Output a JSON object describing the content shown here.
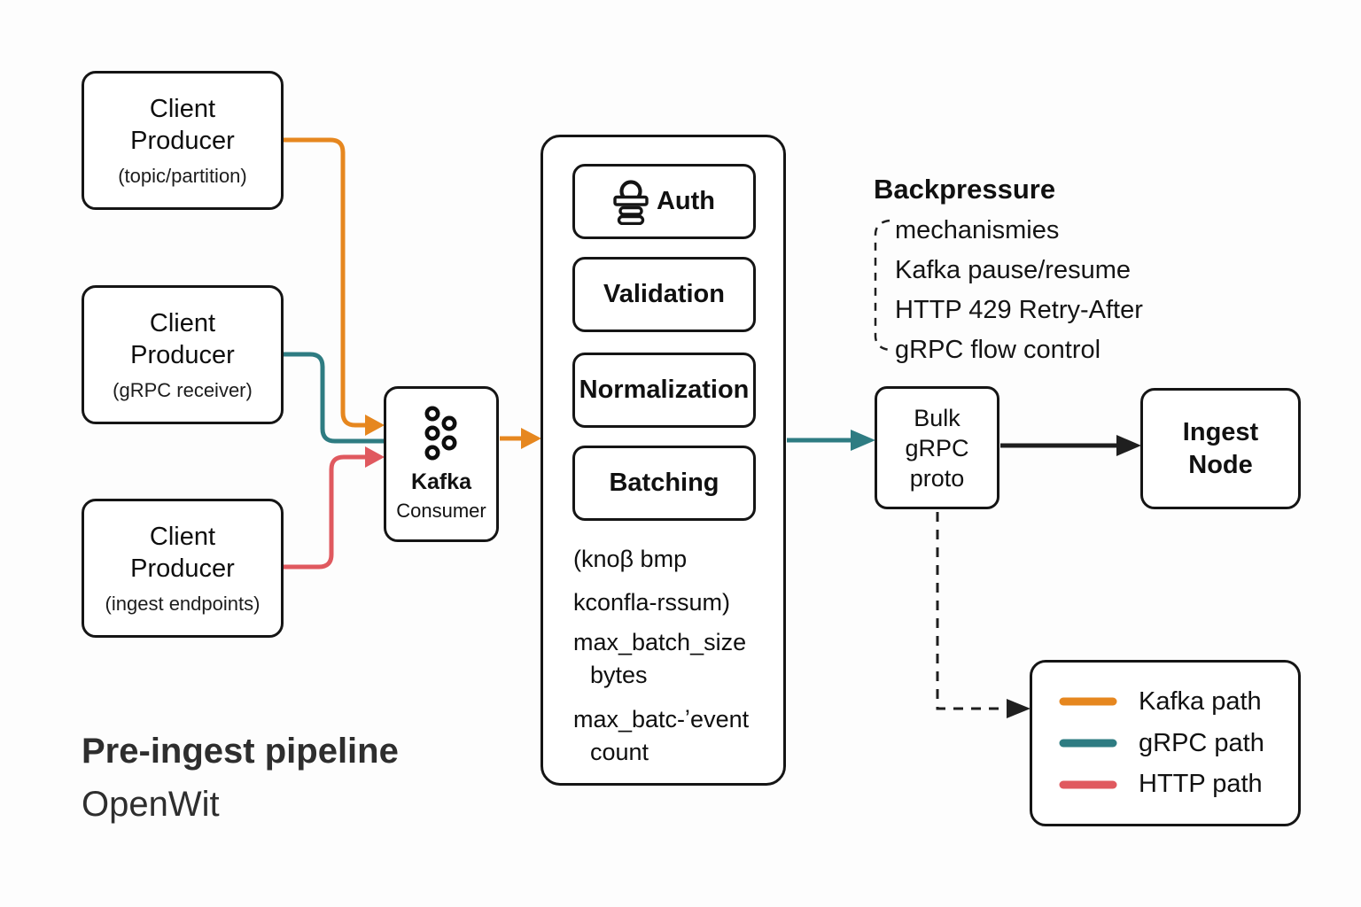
{
  "title": {
    "line1": "Pre-ingest pipeline",
    "line2": "OpenWit"
  },
  "colors": {
    "kafka_path": "#E6871F",
    "grpc_path": "#2E7C82",
    "http_path": "#E0595F",
    "line_dark": "#1f1f1f"
  },
  "producers": [
    {
      "line1": "Client",
      "line2": "Producer",
      "subtitle": "(topic/partition)"
    },
    {
      "line1": "Client",
      "line2": "Producer",
      "subtitle": "(gRPC receiver)"
    },
    {
      "line1": "Client",
      "line2": "Producer",
      "subtitle": "(ingest endpoints)"
    }
  ],
  "kafka_consumer": {
    "line1": "Kafka",
    "line2": "Consumer"
  },
  "pipeline": {
    "stages": {
      "auth": "Auth",
      "validation": "Validation",
      "normalization": "Normalization",
      "batching": "Batching"
    },
    "notes": [
      {
        "line1": "(knoβ bmp",
        "line2": "kconfla-rssum)"
      },
      {
        "line1": "max_batch_size",
        "line2": "bytes"
      },
      {
        "line1": "max_batc-ʼevent",
        "line2": "count"
      }
    ]
  },
  "backpressure": {
    "title": "Backpressure",
    "items": [
      "mechanismies",
      "Kafka pause/resume",
      "HTTP 429 Retry-After",
      "gRPC flow control"
    ]
  },
  "bulk_grpc": {
    "line1": "Bulk",
    "line2": "gRPC",
    "line3": "proto"
  },
  "ingest_node": {
    "line1": "Ingest",
    "line2": "Node"
  },
  "legend": {
    "items": [
      {
        "label": "Kafka path"
      },
      {
        "label": "gRPC path"
      },
      {
        "label": "HTTP path"
      }
    ]
  }
}
